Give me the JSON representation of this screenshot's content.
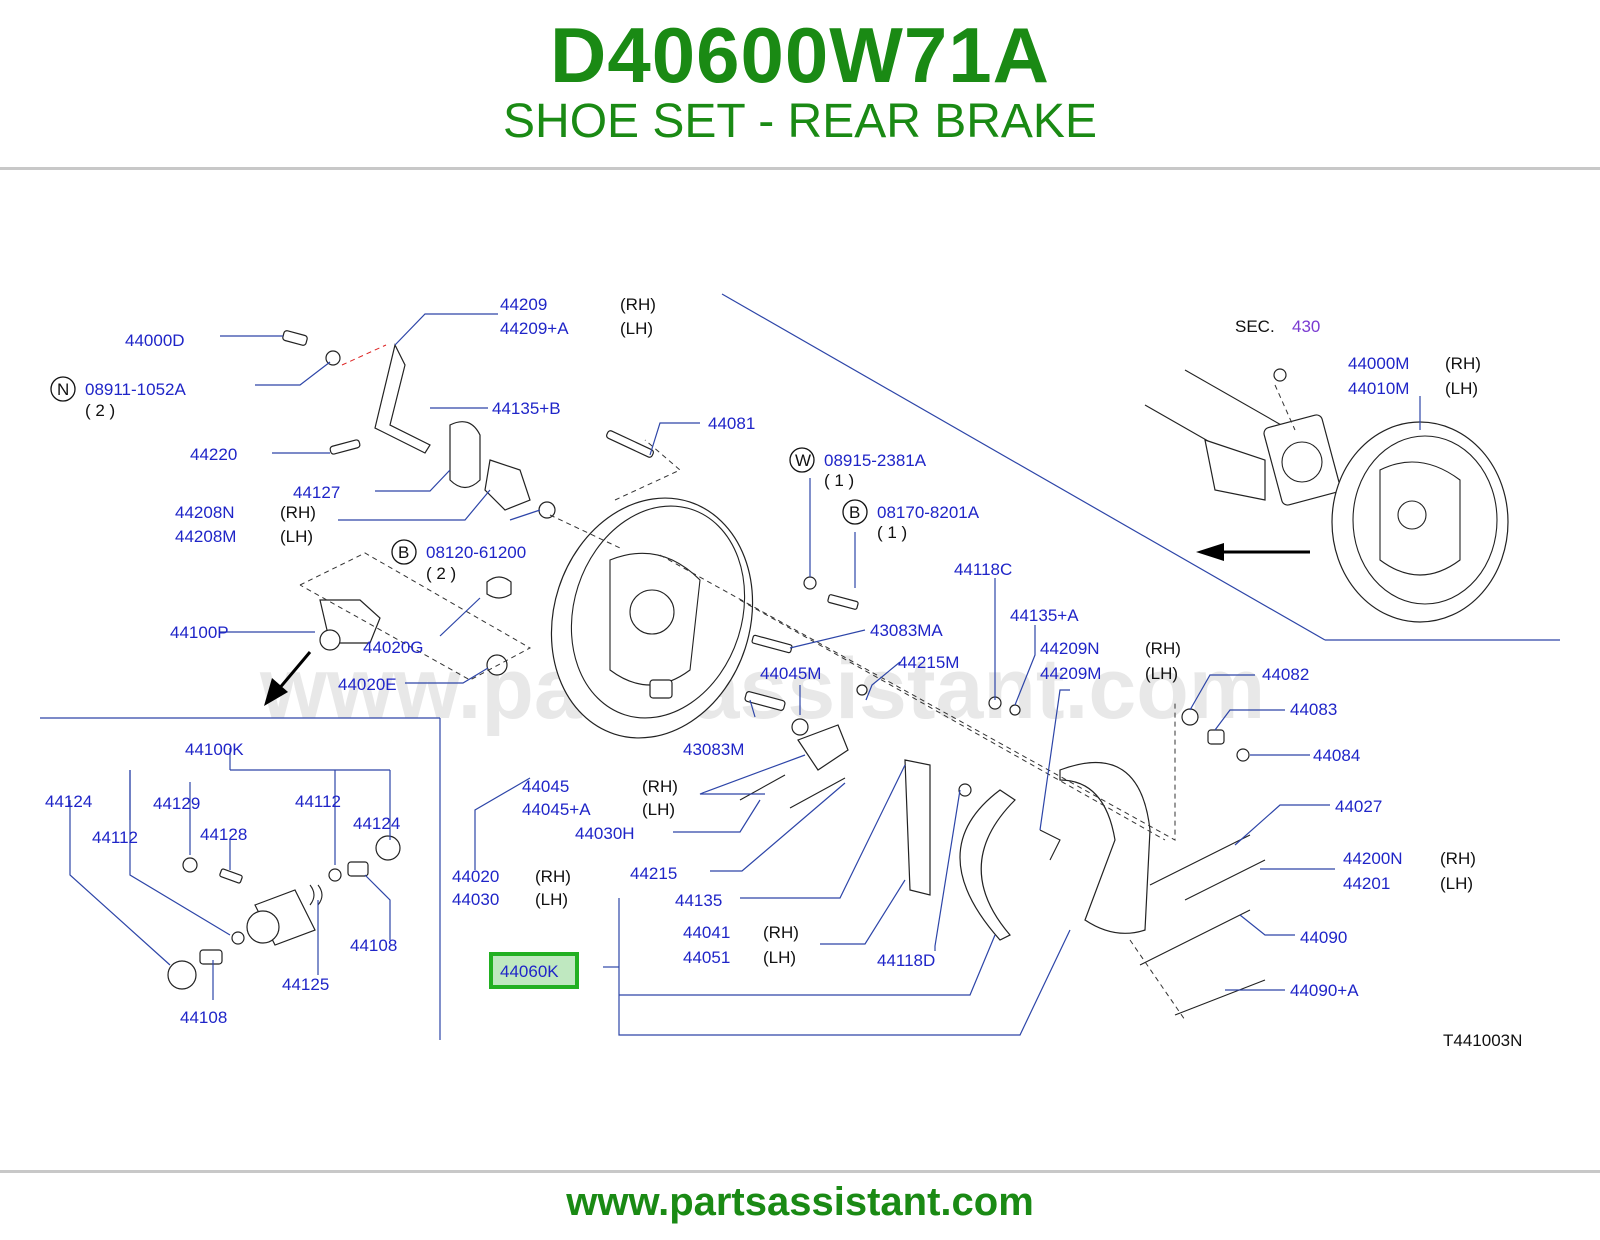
{
  "header": {
    "part_number": "D40600W71A",
    "description": "SHOE SET - REAR BRAKE"
  },
  "footer": {
    "url": "www.partsassistant.com"
  },
  "watermark": "www.partsassistant.com",
  "colors": {
    "title_green": "#1a8a14",
    "label_blue": "#1f25c8",
    "highlight_green": "#22b022",
    "highlight_fill": "#bfe8c0"
  },
  "labels": {
    "p44209": "44209",
    "p44209_rh": "(RH)",
    "p44209a": "44209+A",
    "p44209a_lh": "(LH)",
    "p44000d": "44000D",
    "n_mark": "N",
    "p08911": "08911-1052A",
    "q2a": "( 2 )",
    "p44135b": "44135+B",
    "p44220": "44220",
    "p44127": "44127",
    "p44208n": "44208N",
    "p44208n_rh": "(RH)",
    "p44208m": "44208M",
    "p44208m_lh": "(LH)",
    "b_mark1": "B",
    "p08120": "08120-61200",
    "q2b": "( 2 )",
    "p44100p": "44100P",
    "p44020g": "44020G",
    "p44020e": "44020E",
    "p44081": "44081",
    "w_mark": "W",
    "p08915": "08915-2381A",
    "q1a": "( 1 )",
    "b_mark2": "B",
    "p08170": "08170-8201A",
    "q1b": "( 1 )",
    "p43083ma": "43083MA",
    "p44045m": "44045M",
    "p43083m": "43083M",
    "p44215m": "44215M",
    "p44045": "44045",
    "p44045_rh": "(RH)",
    "p44045a": "44045+A",
    "p44045a_lh": "(LH)",
    "p44030h": "44030H",
    "p44020": "44020",
    "p44020_rh": "(RH)",
    "p44030": "44030",
    "p44030_lh": "(LH)",
    "p44215": "44215",
    "p44135": "44135",
    "p44041": "44041",
    "p44041_rh": "(RH)",
    "p44051": "44051",
    "p44051_lh": "(LH)",
    "p44060k": "44060K",
    "p44118d": "44118D",
    "p44118c": "44118C",
    "p44135a": "44135+A",
    "p44209n": "44209N",
    "p44209n_rh": "(RH)",
    "p44209m": "44209M",
    "p44209m_lh": "(LH)",
    "p44082": "44082",
    "p44083": "44083",
    "p44084": "44084",
    "p44027": "44027",
    "p44200n": "44200N",
    "p44200n_rh": "(RH)",
    "p44201": "44201",
    "p44201_lh": "(LH)",
    "p44090": "44090",
    "p44090a": "44090+A",
    "sec": "SEC.",
    "sec_num": "430",
    "p44000m": "44000M",
    "p44000m_rh": "(RH)",
    "p44010m": "44010M",
    "p44010m_lh": "(LH)",
    "p44100k": "44100K",
    "p44124a": "44124",
    "p44129": "44129",
    "p44112a": "44112",
    "p44124b": "44124",
    "p44112b": "44112",
    "p44128": "44128",
    "p44108a": "44108",
    "p44125": "44125",
    "p44108b": "44108",
    "ref_code": "T441003N"
  }
}
